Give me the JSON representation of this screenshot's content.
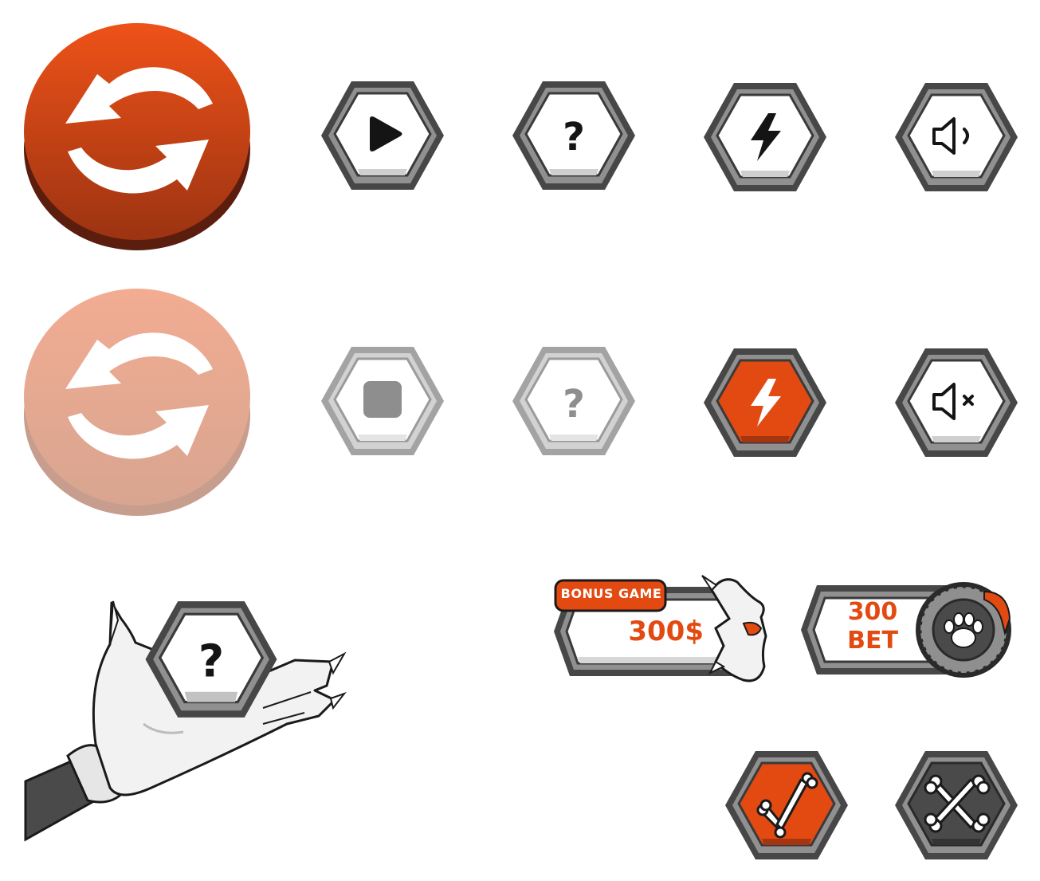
{
  "colors": {
    "accent": "#e34a12",
    "accent_dark": "#6a2210",
    "hex_outer": "#4a4a4a",
    "hex_ring": "#8c8c8c",
    "hex_inner": "#ffffff",
    "icon": "#141414",
    "disabled_outer": "#a0a0a0",
    "disabled_icon": "#8e8e8e"
  },
  "spin_buttons": [
    {
      "state": "active",
      "icon": "refresh-arrows-icon"
    },
    {
      "state": "disabled",
      "icon": "refresh-arrows-icon"
    }
  ],
  "hex_buttons_row1": [
    {
      "name": "play-button",
      "icon": "play-icon",
      "state": "normal"
    },
    {
      "name": "help-button",
      "icon": "question-icon",
      "glyph": "?",
      "state": "normal"
    },
    {
      "name": "turbo-button",
      "icon": "lightning-icon",
      "state": "normal"
    },
    {
      "name": "sound-button",
      "icon": "speaker-on-icon",
      "state": "normal"
    }
  ],
  "hex_buttons_row2": [
    {
      "name": "stop-button",
      "icon": "stop-icon",
      "state": "disabled"
    },
    {
      "name": "help-button-disabled",
      "icon": "question-icon",
      "glyph": "?",
      "state": "disabled"
    },
    {
      "name": "turbo-button-active",
      "icon": "lightning-icon",
      "state": "active"
    },
    {
      "name": "mute-button",
      "icon": "speaker-muted-icon",
      "state": "normal"
    }
  ],
  "hand_question": {
    "icon": "question-icon",
    "glyph": "?"
  },
  "bonus_panel": {
    "tag": "BONUS GAME",
    "amount": "300$"
  },
  "bet_panel": {
    "amount": "300",
    "unit": "BET",
    "icon": "paw-icon"
  },
  "confirm_buttons": [
    {
      "name": "confirm-button",
      "icon": "bone-check-icon"
    },
    {
      "name": "cancel-button",
      "icon": "bone-cross-icon"
    }
  ]
}
